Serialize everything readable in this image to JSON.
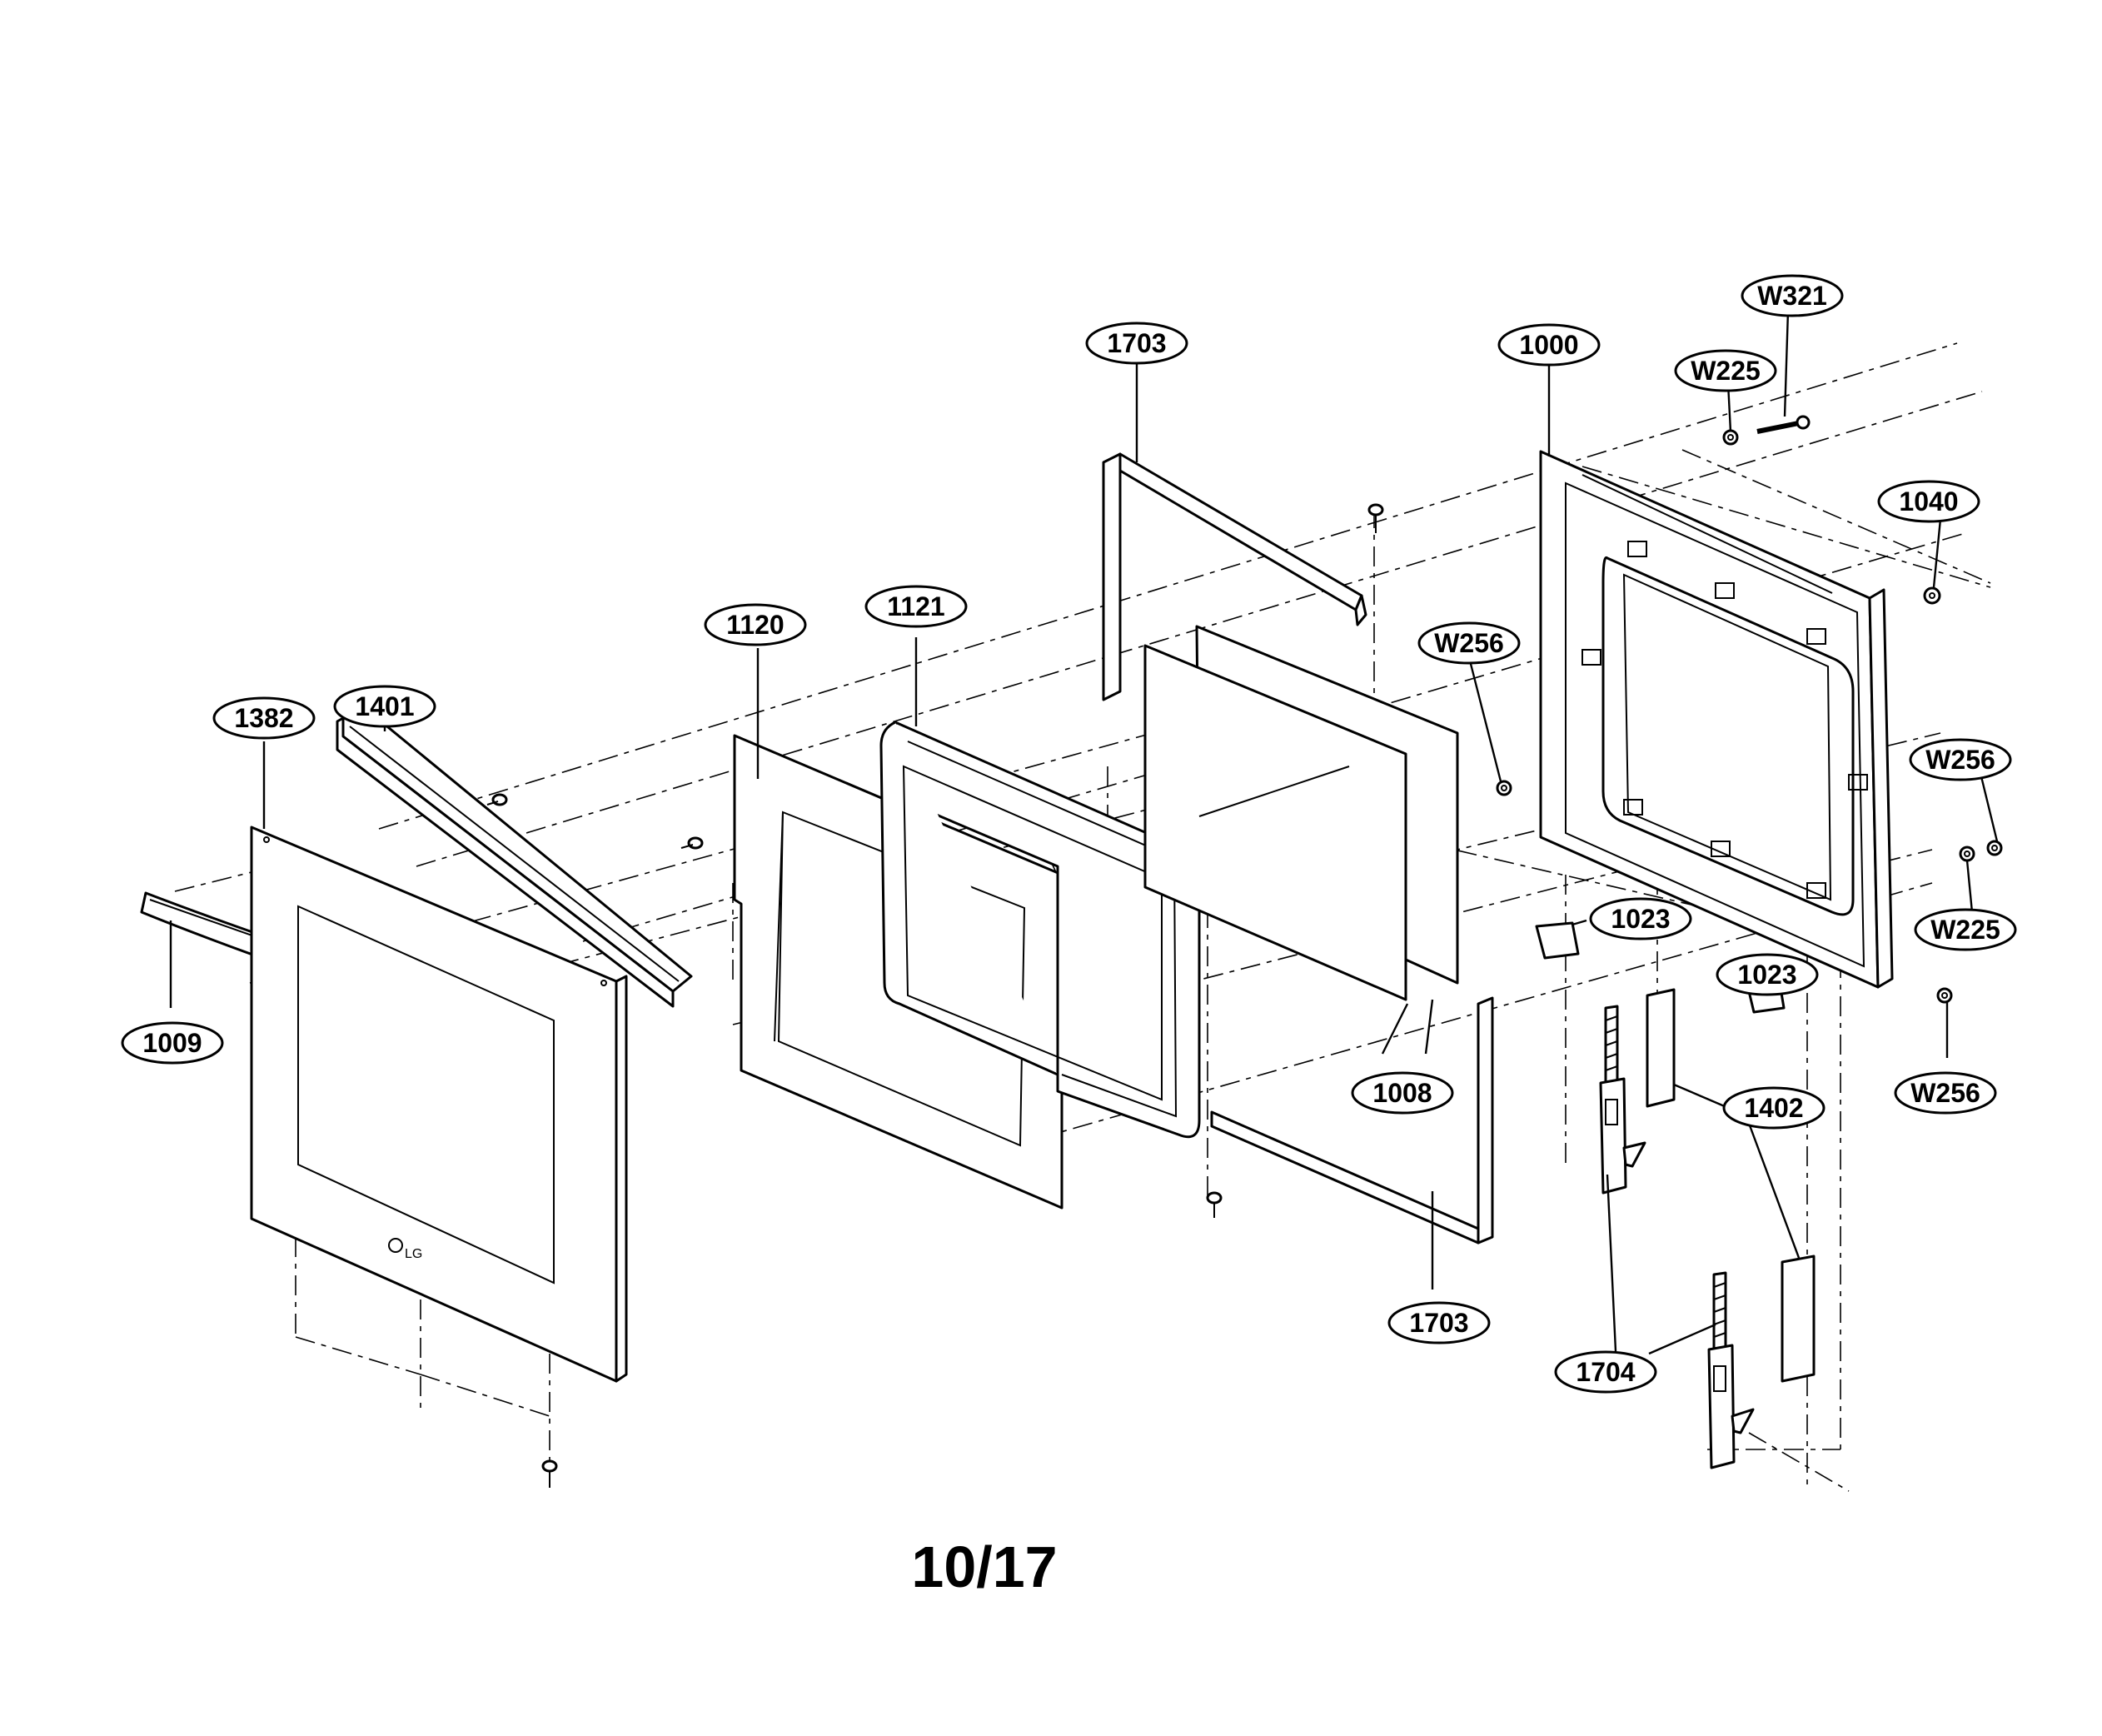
{
  "diagram": {
    "page_number": "10/17",
    "logo_text": "LG",
    "callouts": [
      {
        "id": "c1703a",
        "label": "1703"
      },
      {
        "id": "c1000",
        "label": "1000"
      },
      {
        "id": "cW321",
        "label": "W321"
      },
      {
        "id": "cW225a",
        "label": "W225"
      },
      {
        "id": "c1040",
        "label": "1040"
      },
      {
        "id": "cW256a",
        "label": "W256"
      },
      {
        "id": "c1120",
        "label": "1120"
      },
      {
        "id": "c1121",
        "label": "1121"
      },
      {
        "id": "c1382",
        "label": "1382"
      },
      {
        "id": "c1401",
        "label": "1401"
      },
      {
        "id": "cW256b",
        "label": "W256"
      },
      {
        "id": "c1023a",
        "label": "1023"
      },
      {
        "id": "cW225b",
        "label": "W225"
      },
      {
        "id": "c1023b",
        "label": "1023"
      },
      {
        "id": "c1009",
        "label": "1009"
      },
      {
        "id": "c1008",
        "label": "1008"
      },
      {
        "id": "cW256c",
        "label": "W256"
      },
      {
        "id": "c1402",
        "label": "1402"
      },
      {
        "id": "c1703b",
        "label": "1703"
      },
      {
        "id": "c1704",
        "label": "1704"
      }
    ]
  }
}
